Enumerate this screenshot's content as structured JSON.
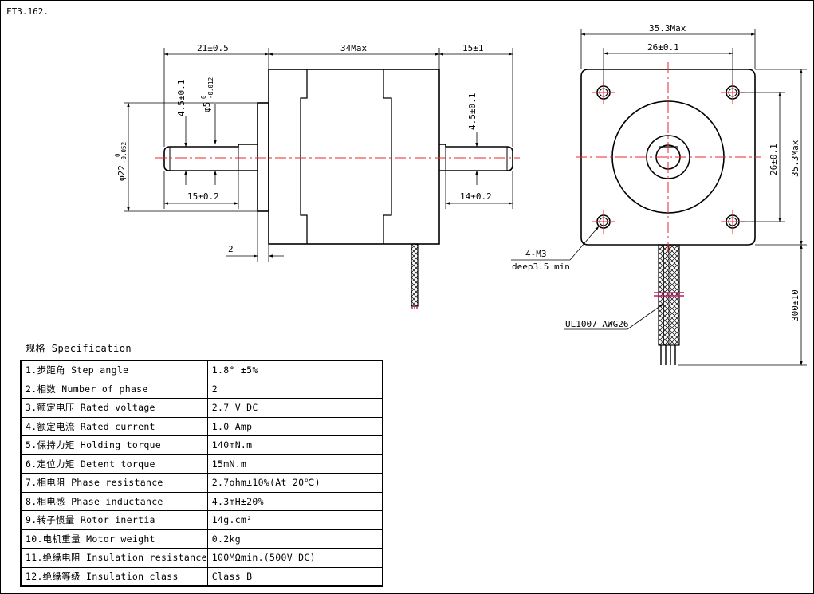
{
  "drawing_number": "FT3.162.",
  "front_view": {
    "dim_left_shaft_extension": "21±0.5",
    "dim_body_length": "34Max",
    "dim_right_shaft_extension": "15±1",
    "dim_flat_depth_left": "4.5±0.1",
    "dim_shaft_diameter": "φ5",
    "dim_shaft_tol_upper": "0",
    "dim_shaft_tol_lower": "-0.012",
    "dim_boss_diameter": "φ22",
    "dim_boss_tol_upper": "0",
    "dim_boss_tol_lower": "-0.052",
    "dim_left_flat_length": "15±0.2",
    "dim_boss_height": "2",
    "dim_flat_depth_right": "4.5±0.1",
    "dim_right_flat_length": "14±0.2"
  },
  "side_view": {
    "dim_width": "35.3Max",
    "dim_hole_spacing_h": "26±0.1",
    "dim_hole_spacing_v": "26±0.1",
    "dim_height": "35.3Max",
    "dim_lead_length": "300±10",
    "hole_callout_line1": "4-M3",
    "hole_callout_line2": "deep3.5 min",
    "wire_callout": "UL1007 AWG26"
  },
  "spec": {
    "title": "规格 Specification",
    "rows": [
      {
        "label": "1.步距角 Step angle",
        "value": "1.8° ±5%"
      },
      {
        "label": "2.相数 Number of phase",
        "value": "2"
      },
      {
        "label": "3.额定电压 Rated voltage",
        "value": "2.7 V DC"
      },
      {
        "label": "4.额定电流 Rated current",
        "value": "1.0 Amp"
      },
      {
        "label": "5.保持力矩 Holding torque",
        "value": "140mN.m"
      },
      {
        "label": "6.定位力矩 Detent torque",
        "value": "15mN.m"
      },
      {
        "label": "7.相电阻 Phase resistance",
        "value": "2.7ohm±10%(At 20℃)"
      },
      {
        "label": "8.相电感 Phase inductance",
        "value": "4.3mH±20%"
      },
      {
        "label": "9.转子惯量 Rotor inertia",
        "value": "14g.cm²"
      },
      {
        "label": "10.电机重量 Motor weight",
        "value": "0.2kg"
      },
      {
        "label": "11.绝缘电阻 Insulation resistance",
        "value": "100MΩmin.(500V DC)"
      },
      {
        "label": "12.绝缘等级 Insulation class",
        "value": "Class B"
      }
    ]
  },
  "colors": {
    "outline": "#000000",
    "centerline": "#e8262b",
    "wire": "#c2186a"
  }
}
